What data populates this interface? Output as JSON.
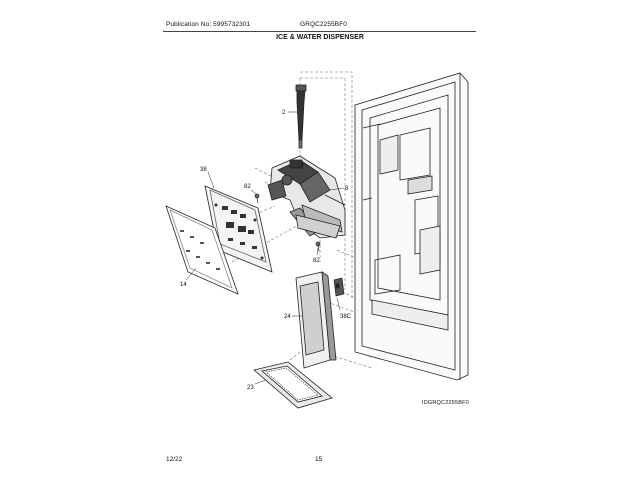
{
  "header": {
    "publication": "Publication No: 5995732301",
    "model": "GRQC2255BF0",
    "section_title": "ICE & WATER DISPENSER"
  },
  "callouts": {
    "c2": "2",
    "c38": "38",
    "c82a": "82",
    "c8": "8",
    "c82b": "82",
    "c14": "14",
    "c24": "24",
    "c38c": "38C",
    "c23": "23"
  },
  "diagram_code": "IDGRQC2255BF0",
  "footer": {
    "date": "12/22",
    "page": "15"
  }
}
